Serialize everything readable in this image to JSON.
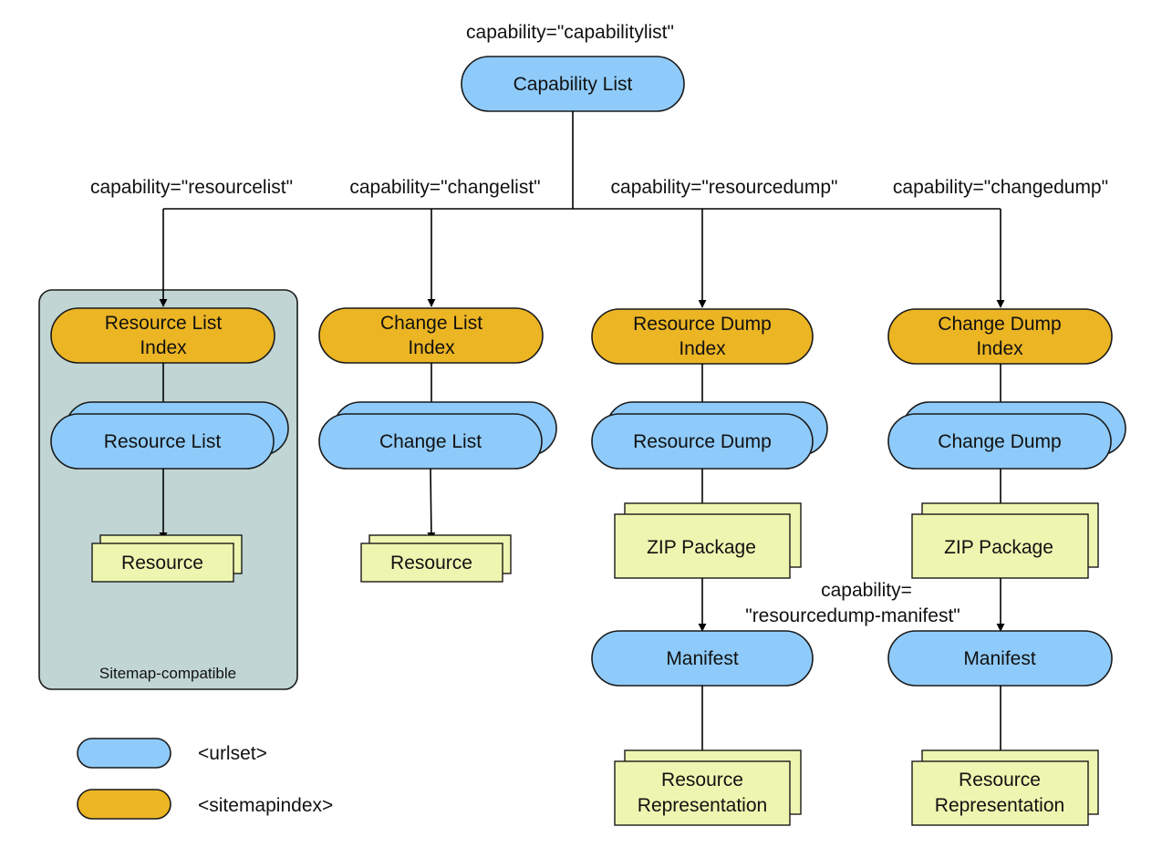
{
  "top": {
    "capability_label": "capability=\"capabilitylist\"",
    "node_label": "Capability List"
  },
  "branch_labels": [
    "capability=\"resourcelist\"",
    "capability=\"changelist\"",
    "capability=\"resourcedump\"",
    "capability=\"changedump\""
  ],
  "columns": [
    {
      "index_lines": [
        "Resource List",
        "Index"
      ],
      "list_label": "Resource List",
      "item_label": "Resource"
    },
    {
      "index_lines": [
        "Change List",
        "Index"
      ],
      "list_label": "Change List",
      "item_label": "Resource"
    },
    {
      "index_lines": [
        "Resource Dump",
        "Index"
      ],
      "list_label": "Resource Dump",
      "package_label": "ZIP Package",
      "manifest_label": "Manifest",
      "rep_lines": [
        "Resource",
        "Representation"
      ]
    },
    {
      "index_lines": [
        "Change Dump",
        "Index"
      ],
      "list_label": "Change Dump",
      "package_label": "ZIP Package",
      "manifest_label": "Manifest",
      "rep_lines": [
        "Resource",
        "Representation"
      ]
    }
  ],
  "manifest_capability_lines": [
    "capability=",
    "\"resourcedump-manifest\""
  ],
  "group_label": "Sitemap-compatible",
  "legend": [
    {
      "label": "<urlset>",
      "color": "#8fcbfa"
    },
    {
      "label": "<sitemapindex>",
      "color": "#ecb524"
    }
  ],
  "colors": {
    "urlset": "#8fcbfa",
    "sitemapindex": "#ecb524",
    "document": "#eef5b0",
    "group": "#c1d6d4"
  }
}
